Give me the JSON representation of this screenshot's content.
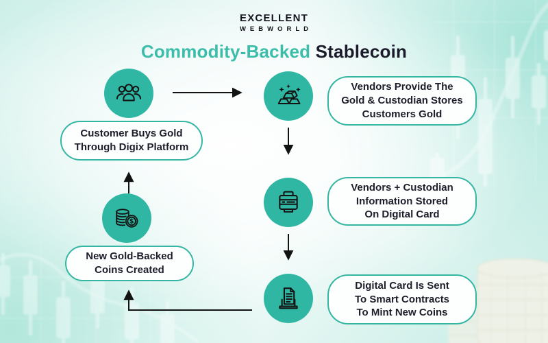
{
  "logo": {
    "line1": "EXCELLENT",
    "line2": "WEBWORLD"
  },
  "title": {
    "accent": "Commodity-Backed",
    "rest": " Stablecoin"
  },
  "colors": {
    "accent_teal": "#2fb7a3",
    "pill_border_teal": "#35b6a3",
    "title_teal": "#3cbdaa",
    "text_dark": "#1d1d2b",
    "background_mint": "#cdefe8",
    "arrow_black": "#121212"
  },
  "nodes": [
    {
      "id": "customers",
      "icon": "people-group-icon"
    },
    {
      "id": "gold",
      "icon": "gold-bars-icon"
    },
    {
      "id": "digital-card",
      "icon": "card-printer-icon"
    },
    {
      "id": "smart-contract",
      "icon": "document-icon"
    },
    {
      "id": "coins",
      "icon": "coin-stack-icon"
    }
  ],
  "boxes": {
    "customer": {
      "lines": [
        "Customer Buys Gold",
        "Through Digix Platform"
      ]
    },
    "vendors_gold": {
      "lines": [
        "Vendors Provide The",
        "Gold & Custodian Stores",
        "Customers Gold"
      ]
    },
    "vendors_card": {
      "lines": [
        "Vendors + Custodian",
        "Information Stored",
        "On Digital Card"
      ]
    },
    "digital_card": {
      "lines": [
        "Digital Card Is Sent",
        "To Smart Contracts",
        "To Mint New Coins"
      ]
    },
    "new_coins": {
      "lines": [
        "New Gold-Backed",
        "Coins Created"
      ]
    }
  }
}
